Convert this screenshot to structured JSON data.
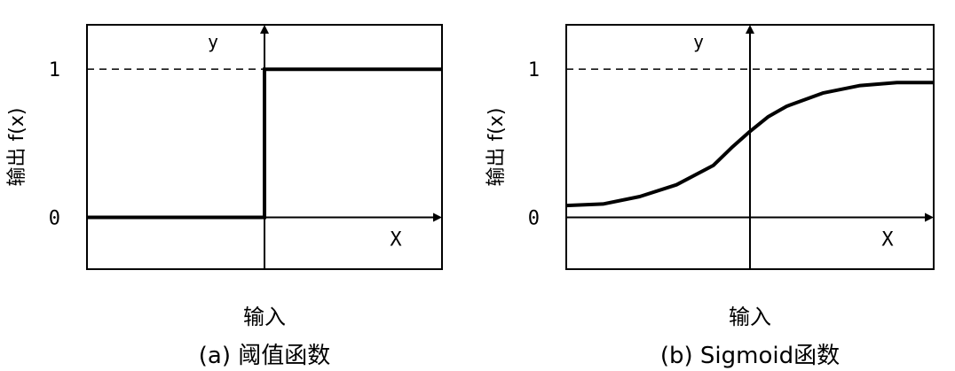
{
  "chart_data": [
    {
      "type": "line",
      "subtitle": "(a) 阈值函数",
      "xlabel": "输入",
      "ylabel": "输出 f(x)",
      "x_axis_name": "X",
      "y_axis_name": "y",
      "y_tick_labels": [
        "0",
        "1"
      ],
      "y_ticks": [
        0,
        1
      ],
      "reference_line_y": 1,
      "xlim": [
        -1,
        1
      ],
      "ylim": [
        -0.35,
        1.3
      ],
      "grid": false,
      "x": [
        -1,
        0,
        0,
        1
      ],
      "y": [
        0,
        0,
        1,
        1
      ]
    },
    {
      "type": "line",
      "subtitle": "(b) Sigmoid函数",
      "xlabel": "输入",
      "ylabel": "输出 f(x)",
      "x_axis_name": "X",
      "y_axis_name": "y",
      "y_tick_labels": [
        "0",
        "1"
      ],
      "y_ticks": [
        0,
        1
      ],
      "reference_line_y": 1,
      "xlim": [
        -1,
        1
      ],
      "ylim": [
        -0.35,
        1.3
      ],
      "grid": false,
      "x": [
        -1.0,
        -0.8,
        -0.6,
        -0.4,
        -0.2,
        -0.1,
        0.0,
        0.1,
        0.2,
        0.4,
        0.6,
        0.8,
        1.0
      ],
      "y": [
        0.08,
        0.09,
        0.14,
        0.22,
        0.35,
        0.47,
        0.58,
        0.68,
        0.75,
        0.84,
        0.89,
        0.91,
        0.91
      ]
    }
  ]
}
